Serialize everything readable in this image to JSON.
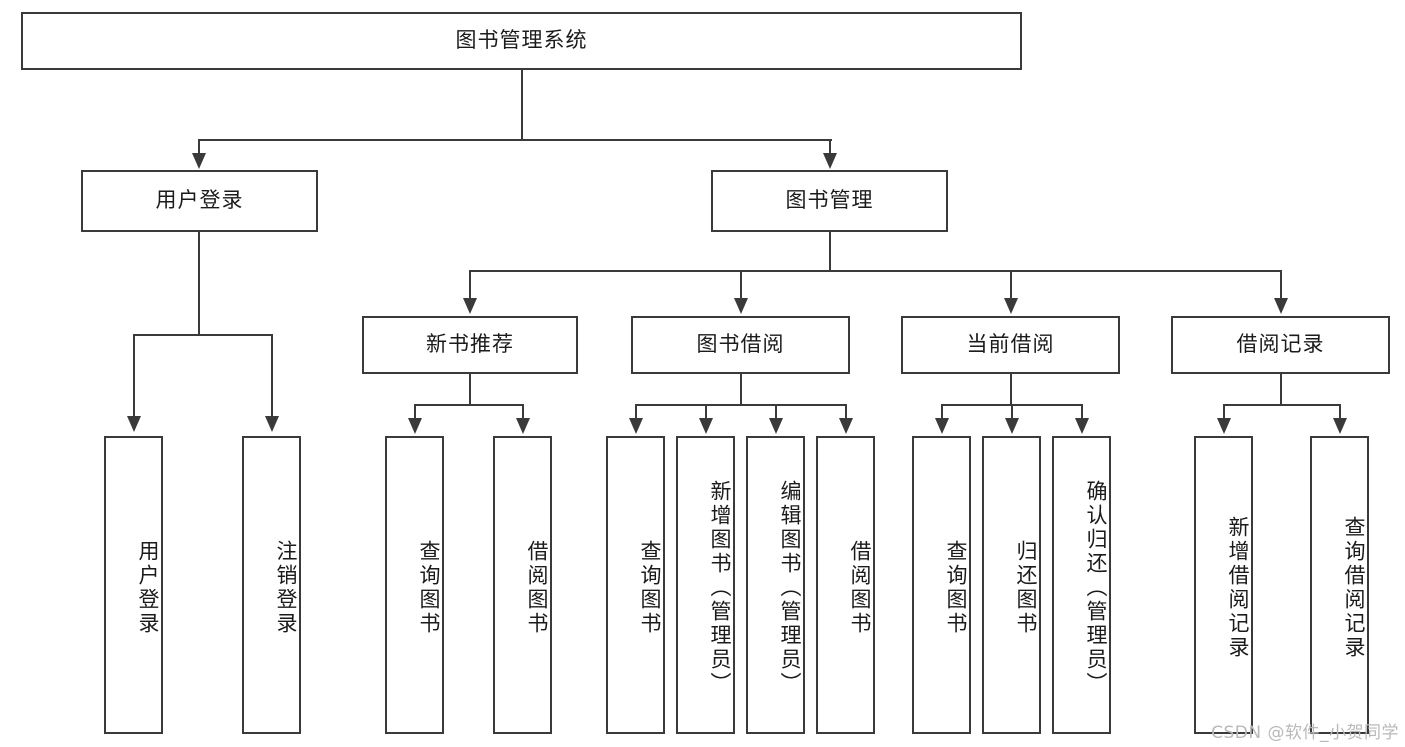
{
  "diagram": {
    "title": "图书管理系统",
    "root": {
      "label": "图书管理系统"
    },
    "level1": [
      {
        "label": "用户登录"
      },
      {
        "label": "图书管理"
      }
    ],
    "level2": [
      {
        "label": "新书推荐"
      },
      {
        "label": "图书借阅"
      },
      {
        "label": "当前借阅"
      },
      {
        "label": "借阅记录"
      }
    ],
    "leaves": {
      "user_login": [
        {
          "label": "用户登录"
        },
        {
          "label": "注销登录"
        }
      ],
      "new_book_recommend": [
        {
          "label": "查询图书"
        },
        {
          "label": "借阅图书"
        }
      ],
      "book_borrow": [
        {
          "label": "查询图书"
        },
        {
          "label": "新增图书（管理员）"
        },
        {
          "label": "编辑图书（管理员）"
        },
        {
          "label": "借阅图书"
        }
      ],
      "current_borrow": [
        {
          "label": "查询图书"
        },
        {
          "label": "归还图书"
        },
        {
          "label": "确认归还（管理员）"
        }
      ],
      "borrow_record": [
        {
          "label": "新增借阅记录"
        },
        {
          "label": "查询借阅记录"
        }
      ]
    }
  },
  "watermark": {
    "text": "CSDN @软件_小贺同学"
  },
  "colors": {
    "stroke": "#3a3a3a",
    "text": "#1b1b1b",
    "background": "#ffffff",
    "watermark": "#b9b9b9"
  }
}
